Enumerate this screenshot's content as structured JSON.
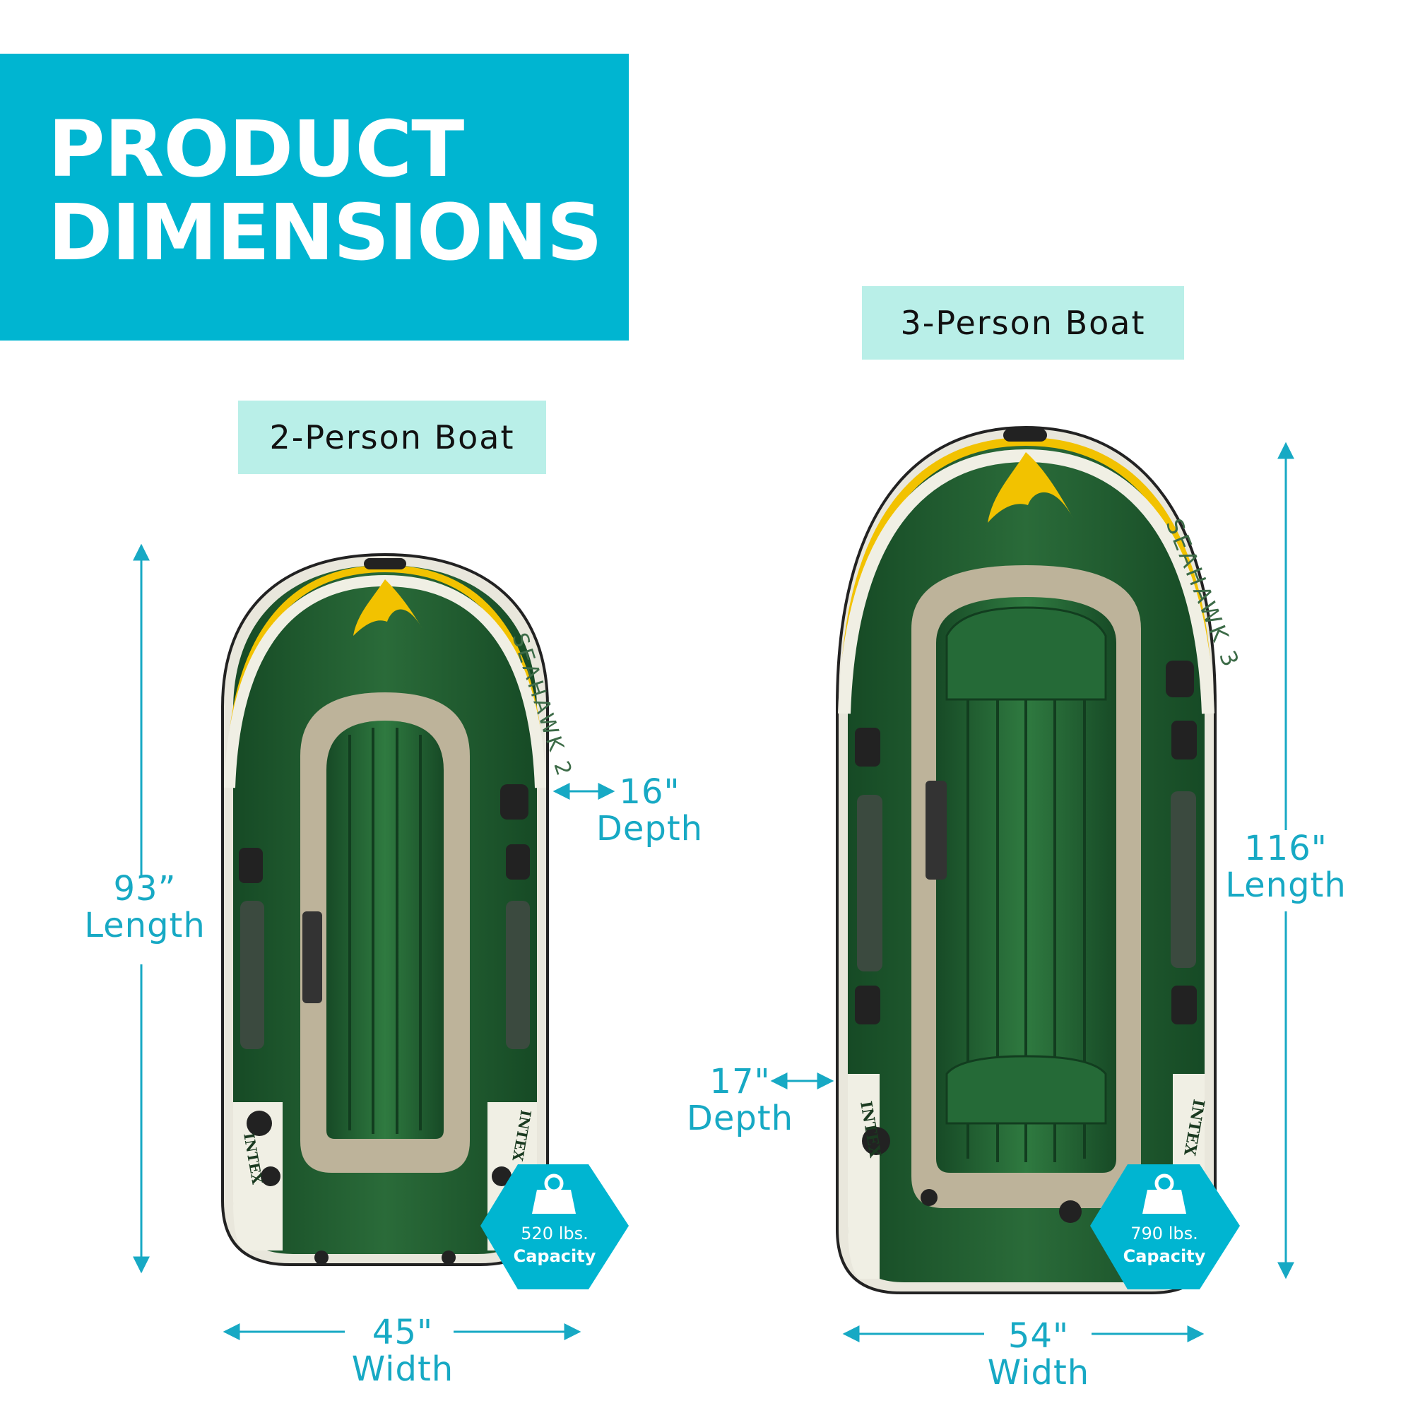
{
  "header": {
    "title": "PRODUCT\nDIMENSIONS"
  },
  "boats": [
    {
      "label": "2-Person Boat",
      "length_value": "93”",
      "length_label": "Length",
      "width_value": "45\"",
      "width_label": "Width",
      "depth_value": "16\"",
      "depth_label": "Depth",
      "capacity_value": "520 lbs.",
      "capacity_label": "Capacity",
      "brand_name": "SEAHAWK 2",
      "maker_name": "INTEX"
    },
    {
      "label": "3-Person Boat",
      "length_value": "116\"",
      "length_label": "Length",
      "width_value": "54\"",
      "width_label": "Width",
      "depth_value": "17\"",
      "depth_label": "Depth",
      "capacity_value": "790 lbs.",
      "capacity_label": "Capacity",
      "brand_name": "SEAHAWK 3",
      "maker_name": "INTEX"
    }
  ],
  "colors": {
    "accent": "#00b5d1",
    "label_bg": "#b9efe8",
    "dimension_text": "#17a9c4",
    "boat_green": "#1f5a2e",
    "boat_yellow": "#f2c200",
    "boat_floor_tan": "#bdb39a"
  },
  "icons": [
    "weight-icon",
    "weight-icon"
  ]
}
